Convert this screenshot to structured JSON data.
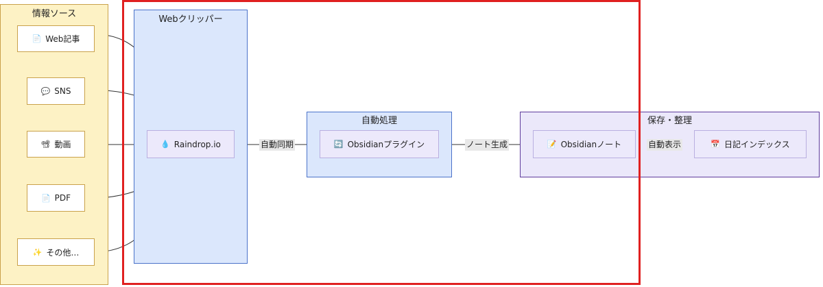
{
  "groups": {
    "sources": {
      "title": "情報ソース"
    },
    "clipper": {
      "title": "Webクリッパー"
    },
    "auto": {
      "title": "自動処理"
    },
    "store": {
      "title": "保存・整理"
    }
  },
  "nodes": {
    "web": {
      "icon": "📄",
      "icon_name": "page-icon",
      "label": "Web記事"
    },
    "sns": {
      "icon": "💬",
      "icon_name": "speech-bubble-icon",
      "label": "SNS"
    },
    "video": {
      "icon": "📽",
      "icon_name": "video-icon",
      "label": "動画"
    },
    "pdf": {
      "icon": "📄",
      "icon_name": "document-icon",
      "label": "PDF"
    },
    "other": {
      "icon": "✨",
      "icon_name": "sparkles-icon",
      "label": "その他…"
    },
    "raindrop": {
      "icon": "💧",
      "icon_name": "droplet-icon",
      "label": "Raindrop.io"
    },
    "plugin": {
      "icon": "🔄",
      "icon_name": "sync-icon",
      "label": "Obsidianプラグイン"
    },
    "note": {
      "icon": "📝",
      "icon_name": "memo-icon",
      "label": "Obsidianノート"
    },
    "index": {
      "icon": "📅",
      "icon_name": "calendar-icon",
      "label": "日記インデックス"
    }
  },
  "edges": {
    "sync": "自動同期",
    "generate": "ノート生成",
    "display": "自動表示"
  },
  "colors": {
    "sources_fill": "#fdf2c5",
    "sources_border": "#c9a14a",
    "blue_fill": "#dbe7fc",
    "blue_border": "#4a72c9",
    "purple_fill": "#ebe8fa",
    "purple_border": "#5d3a9b",
    "highlight": "#e02020"
  }
}
